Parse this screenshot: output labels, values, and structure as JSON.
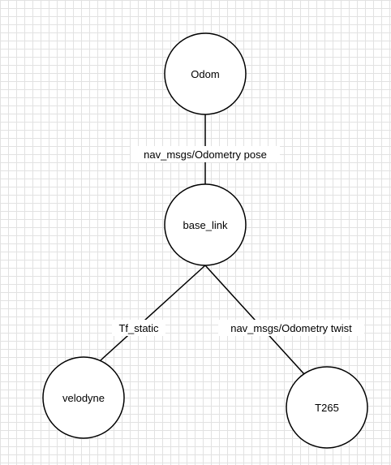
{
  "nodes": {
    "odom": "Odom",
    "base_link": "base_link",
    "velodyne": "velodyne",
    "t265": "T265"
  },
  "edges": {
    "odom_base": "nav_msgs/Odometry pose",
    "base_velodyne": "Tf_static",
    "base_t265": "nav_msgs/Odometry twist"
  }
}
